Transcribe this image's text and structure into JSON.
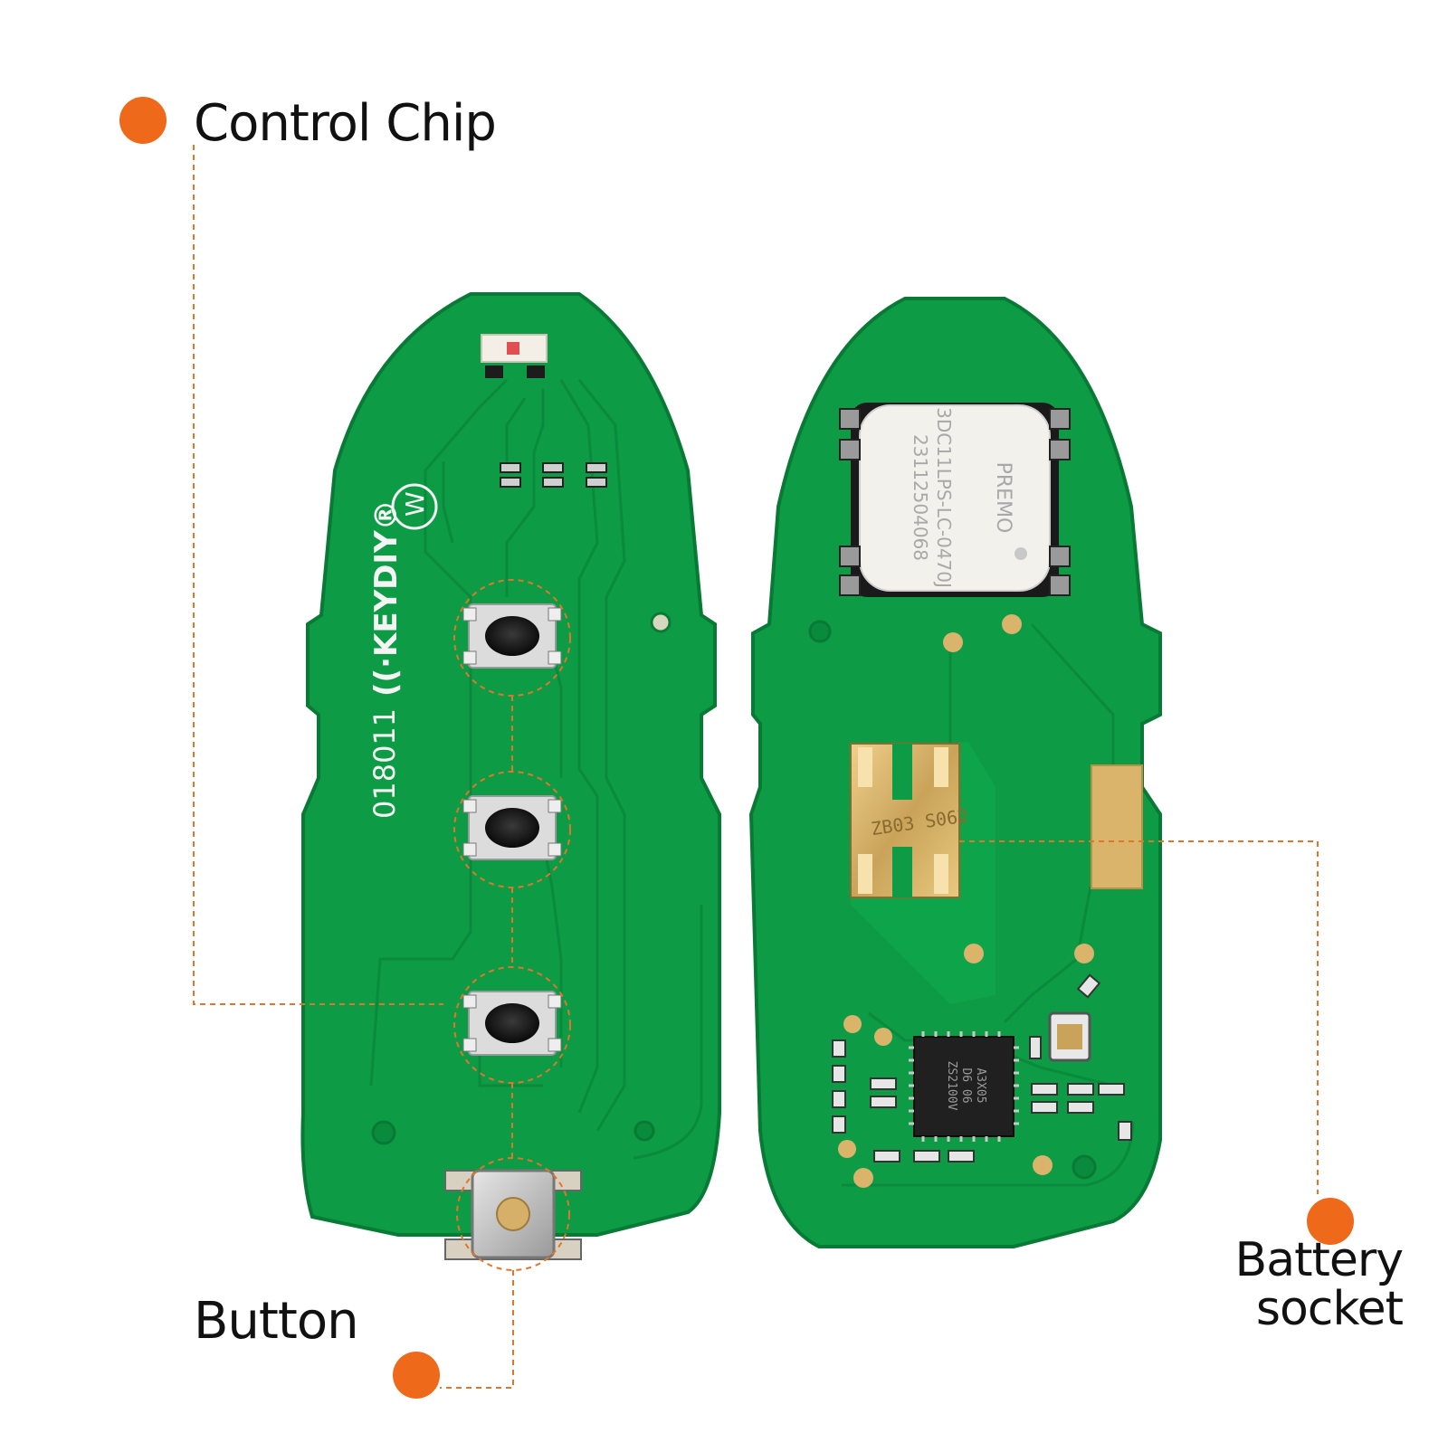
{
  "callouts": {
    "control_chip": "Control Chip",
    "button": "Button",
    "battery_socket_line1": "Battery",
    "battery_socket_line2": "socket"
  },
  "board_left": {
    "brand": "((·KEYDIY®",
    "badge": "W",
    "model": "018011"
  },
  "board_right": {
    "module_line1": "PREMO",
    "module_line2": "3DC11LPS-LC-0470J",
    "module_line3": "23112504068",
    "clip_marking": "ZB03 S062",
    "chip_line1": "A3X05",
    "chip_line2": "D6 06",
    "chip_line3": "ZS2100V"
  },
  "colors": {
    "pcb": "#0d9b45",
    "pcb_edge": "#087a35",
    "trace": "#0a8a3c",
    "accent": "#ee6a1a",
    "gold": "#d9b46a"
  }
}
